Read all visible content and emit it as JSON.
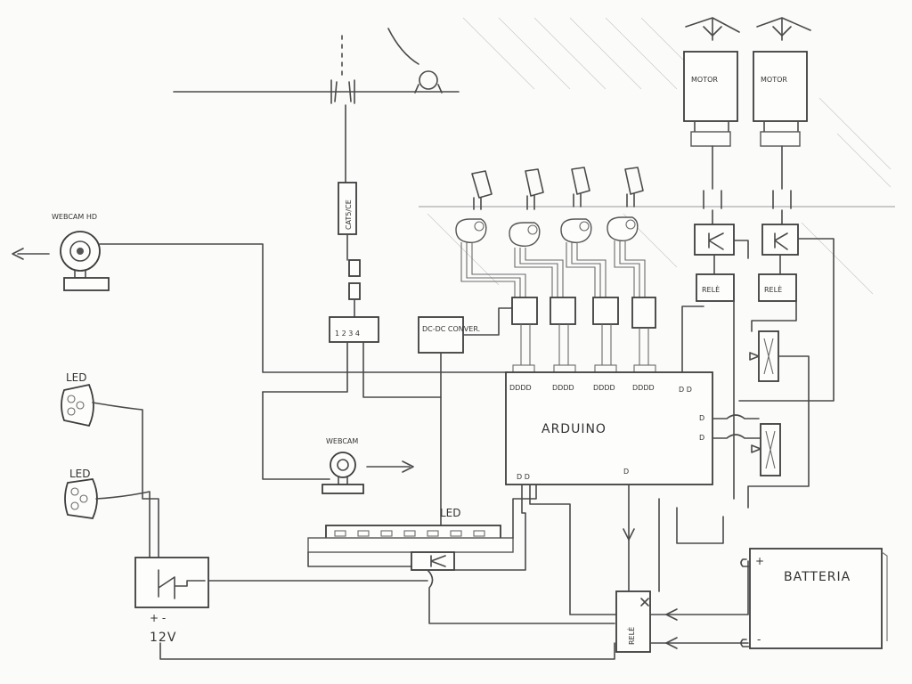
{
  "labels": {
    "webcam_hd": "WEBCAM HD",
    "webcam": "WEBCAM",
    "led_top": "LED",
    "led_bottom": "LED",
    "led_strip": "LED",
    "cat5": "CAT5/CE",
    "connector_pins": "1 2 3 4",
    "dcdc": "DC-DC CONVER.",
    "arduino": "ARDUINO",
    "arduino_top_pins": [
      "DDDD",
      "DDDD",
      "DDDD",
      "DDDD"
    ],
    "arduino_top_right": "D D",
    "arduino_right_1": "D",
    "arduino_right_2": "D",
    "arduino_bottom_left": "D D",
    "arduino_bottom_mid": "D",
    "motor_1": "MOTOR",
    "motor_2": "MOTOR",
    "rele_1": "RELÈ",
    "rele_2": "RELÈ",
    "rele_main": "RELÈ",
    "batteria": "BATTERIA",
    "battery_plus": "+",
    "battery_minus": "-",
    "supply_polarity": "+ -",
    "supply_voltage": "12V"
  },
  "colors": {
    "ink": "#4a4a4a",
    "paper": "#fbfbfa"
  }
}
